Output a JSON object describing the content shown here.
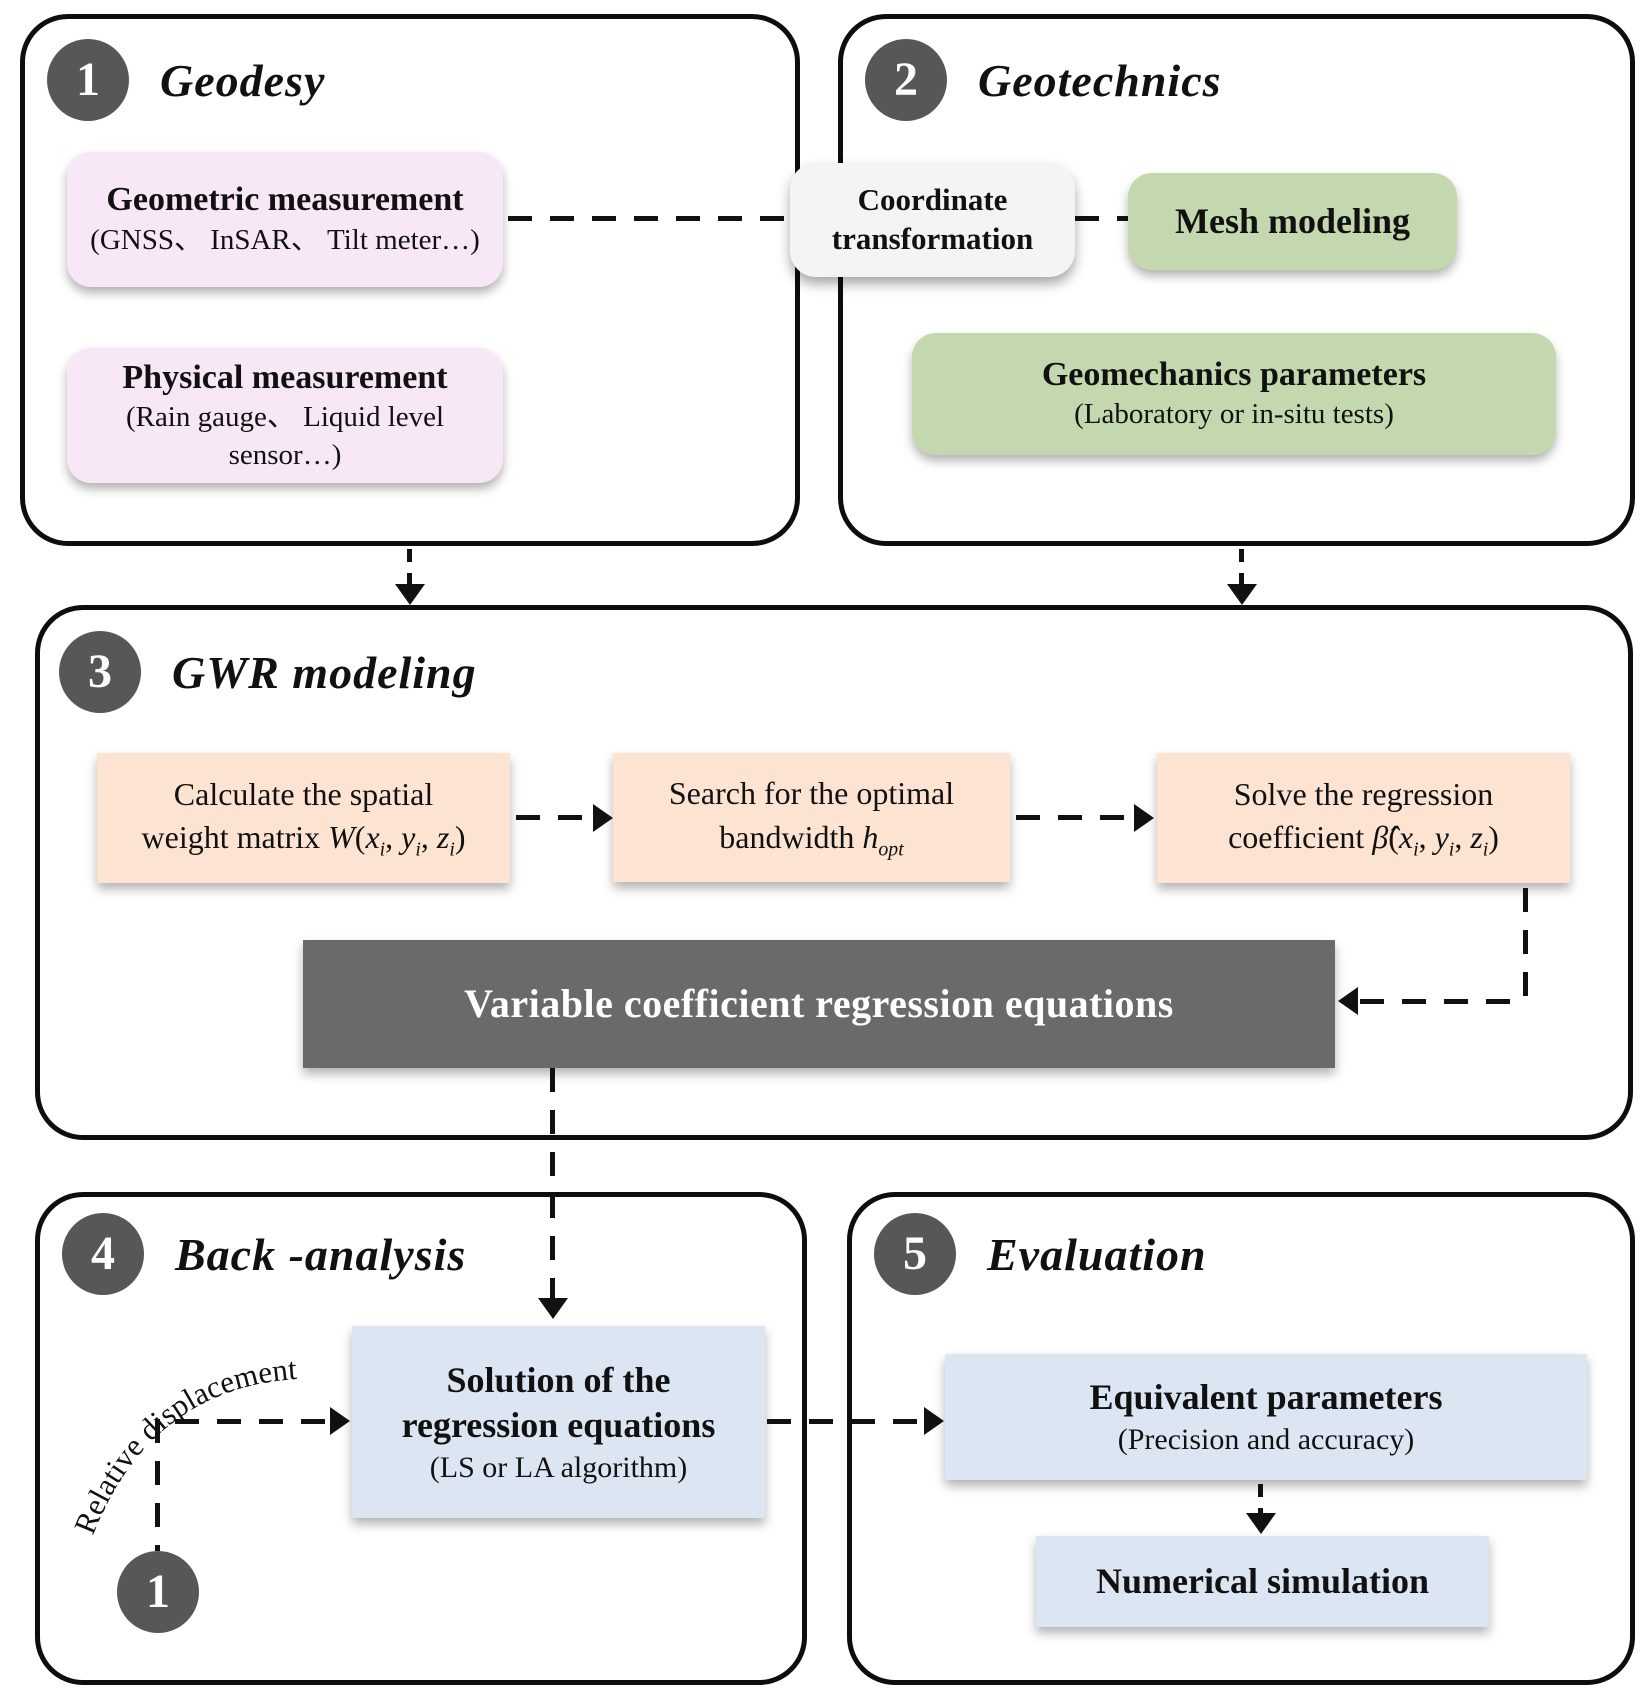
{
  "colors": {
    "panel_border": "#0d0d0d",
    "pink_box": "#f8e7f7",
    "green_box": "#c3d8ae",
    "peach_box": "#fce3d2",
    "blue_box": "#dce6f3",
    "gray_box": "#6a6a6a",
    "number_circle": "#575757",
    "connector_box": "#f4f4f4"
  },
  "panels": {
    "geodesy": {
      "number": "1",
      "title": "Geodesy",
      "geometric": {
        "title": "Geometric measurement",
        "subtitle": "(GNSS、 InSAR、 Tilt meter…)"
      },
      "physical": {
        "title": "Physical measurement",
        "subtitle": "(Rain gauge、 Liquid level sensor…)"
      }
    },
    "geotechnics": {
      "number": "2",
      "title": "Geotechnics",
      "mesh": {
        "title": "Mesh modeling"
      },
      "geomechanics": {
        "title": "Geomechanics parameters",
        "subtitle": "(Laboratory or in-situ tests)"
      }
    },
    "gwr": {
      "number": "3",
      "title": "GWR modeling",
      "weight_box": {
        "line1": "Calculate the spatial",
        "line2": [
          {
            "t": "weight matrix "
          },
          {
            "t": "W",
            "i": true
          },
          {
            "t": "("
          },
          {
            "t": "x",
            "i": true
          },
          {
            "t": "i",
            "i": true,
            "sub": true
          },
          {
            "t": ", "
          },
          {
            "t": "y",
            "i": true
          },
          {
            "t": "i",
            "i": true,
            "sub": true
          },
          {
            "t": ", "
          },
          {
            "t": "z",
            "i": true
          },
          {
            "t": "i",
            "i": true,
            "sub": true
          },
          {
            "t": ")"
          }
        ]
      },
      "bandwidth_box": {
        "line1": "Search for the optimal",
        "line2": [
          {
            "t": "bandwidth "
          },
          {
            "t": "h",
            "i": true
          },
          {
            "t": "opt",
            "i": true,
            "sub": true
          }
        ]
      },
      "coefficient_box": {
        "line1": "Solve the regression",
        "line2": [
          {
            "t": "coefficient "
          },
          {
            "t": "β̂",
            "i": true
          },
          {
            "t": "("
          },
          {
            "t": "x",
            "i": true
          },
          {
            "t": "i",
            "i": true,
            "sub": true
          },
          {
            "t": ", "
          },
          {
            "t": "y",
            "i": true
          },
          {
            "t": "i",
            "i": true,
            "sub": true
          },
          {
            "t": ", "
          },
          {
            "t": "z",
            "i": true
          },
          {
            "t": "i",
            "i": true,
            "sub": true
          },
          {
            "t": ")"
          }
        ]
      },
      "equations_box": {
        "title": "Variable coefficient regression equations"
      }
    },
    "back_analysis": {
      "number": "4",
      "title": "Back -analysis",
      "solution_box": {
        "line1": "Solution of the",
        "line2": "regression equations",
        "subtitle": "(LS or LA algorithm)"
      },
      "relative_displacement_label": "Relative displacement",
      "loop_marker": "1"
    },
    "evaluation": {
      "number": "5",
      "title": "Evaluation",
      "equivalent_box": {
        "title": "Equivalent parameters",
        "subtitle": "(Precision and accuracy)"
      },
      "numerical_box": {
        "title": "Numerical simulation"
      }
    }
  },
  "connector": {
    "coordinate_box": {
      "line1": "Coordinate",
      "line2": "transformation"
    }
  }
}
